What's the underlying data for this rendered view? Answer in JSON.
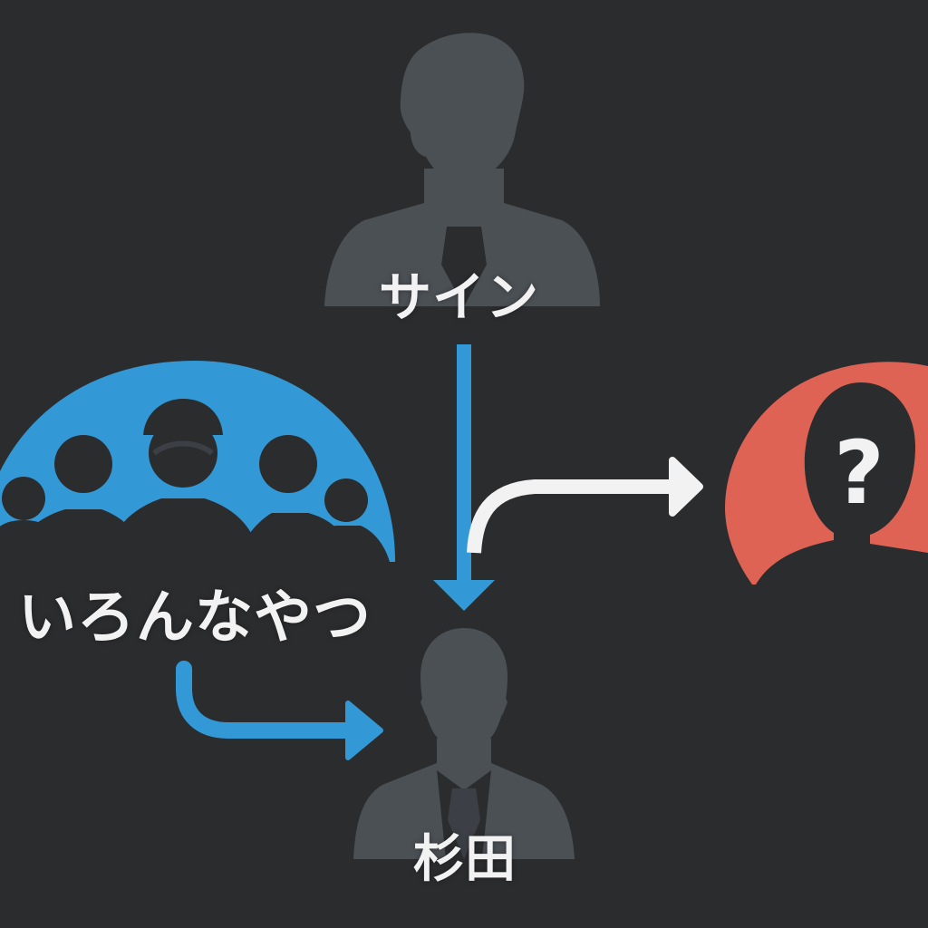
{
  "nodes": {
    "sign": {
      "label": "サイン"
    },
    "group": {
      "label": "いろんなやつ"
    },
    "sugita": {
      "label": "杉田"
    },
    "unknown": {
      "mark": "?"
    }
  },
  "colors": {
    "background": "#2b2c2e",
    "silhouette": "#4b5055",
    "group_circle": "#3399d6",
    "unknown_circle": "#de6355",
    "blue_arrow": "#3399d6",
    "white_arrow": "#f2f2f2",
    "text": "#f2f2f2"
  },
  "edges": [
    {
      "from": "sign",
      "to": "sugita",
      "color": "blue"
    },
    {
      "from": "group",
      "to": "sugita",
      "color": "blue"
    },
    {
      "from": "sugita",
      "to": "unknown",
      "color": "white"
    }
  ]
}
